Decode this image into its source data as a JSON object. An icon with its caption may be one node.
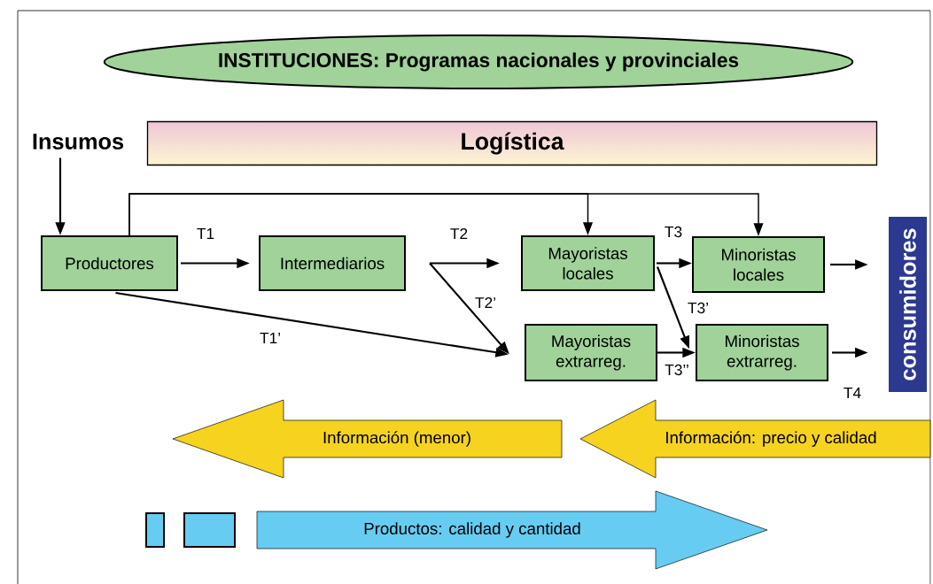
{
  "diagram": {
    "nodes": [
      {
        "text": [
          "INSTITUCIONES: Programas nacionales y provinciales"
        ]
      },
      {
        "text": [
          "Logística"
        ]
      },
      {
        "text": [
          "Insumos"
        ]
      },
      {
        "text": [
          "Productores"
        ]
      },
      {
        "text": [
          "Intermediarios"
        ]
      },
      {
        "text": [
          "Mayoristas locales"
        ]
      },
      {
        "text": [
          "Mayoristas extrarreg."
        ]
      },
      {
        "text": [
          "Minoristas locales"
        ]
      },
      {
        "text": [
          "Minoristas extrarreg."
        ]
      },
      {
        "text": [
          "consumidores"
        ]
      },
      {
        "text": [
          "Información (menor)"
        ]
      },
      {
        "text": [
          "Información: precio y calidad"
        ]
      },
      {
        "text": [],
        "shape": "box"
      },
      {
        "text": [],
        "shape": "box"
      },
      {
        "text": [
          "Productos: calidad y cantidad"
        ]
      }
    ],
    "edges": [
      {
        "from": 2,
        "to": 3,
        "arrow": "to"
      },
      {
        "from": 3,
        "to": 4,
        "arrow": "to",
        "label": "T1"
      },
      {
        "from": 3,
        "to": 6,
        "arrow": "to",
        "label": "T1’"
      },
      {
        "from": 3,
        "to": 5,
        "arrow": "to"
      },
      {
        "from": 3,
        "to": 7,
        "arrow": "to"
      },
      {
        "from": 4,
        "to": 5,
        "arrow": "to",
        "label": "T2"
      },
      {
        "from": 4,
        "to": 6,
        "arrow": "to",
        "label": "T2’"
      },
      {
        "from": 5,
        "to": 7,
        "arrow": "to",
        "label": "T3"
      },
      {
        "from": 5,
        "to": 8,
        "arrow": "to",
        "label": "T3’"
      },
      {
        "from": 6,
        "to": 8,
        "arrow": "to",
        "label": "T3’’"
      },
      {
        "from": 7,
        "to": 9,
        "arrow": "to"
      },
      {
        "from": 8,
        "to": 9,
        "arrow": "to"
      }
    ],
    "labels": [
      "T4"
    ]
  }
}
